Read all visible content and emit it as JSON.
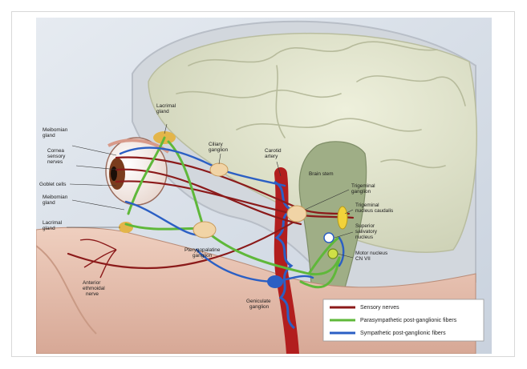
{
  "labels": {
    "lacrimal_gland_top": [
      "Lacrimal",
      "gland"
    ],
    "meibomian_gland_top": [
      "Meibomian",
      "gland"
    ],
    "cornea_sensory_nerves": [
      "Cornea",
      "sensory",
      "nerves"
    ],
    "goblet_cells": [
      "Goblet cells"
    ],
    "meibomian_gland_bottom": [
      "Meibomian",
      "gland"
    ],
    "lacrimal_gland_bottom": [
      "Lacrimal",
      "gland"
    ],
    "ciliary_ganglion": [
      "Ciliary",
      "ganglion"
    ],
    "carotid_artery": [
      "Carotid",
      "artery"
    ],
    "brain_stem": [
      "Brain stem"
    ],
    "trigeminal_ganglion": [
      "Trigeminal",
      "ganglion"
    ],
    "trigeminal_nucleus_caudalis": [
      "Trigeminal",
      "nucleus caudalis"
    ],
    "superior_salivatory_nucleus": [
      "Superior",
      "salivatory",
      "nucleus"
    ],
    "motor_nucleus": [
      "Motor nucleus",
      "CN VII"
    ],
    "pterygopalatine_ganglion": [
      "Pterygopalatine",
      "ganglion"
    ],
    "geniculate_ganglion": [
      "Geniculate",
      "ganglion"
    ],
    "anterior_ethmoidal_nerve": [
      "Anterior",
      "ethmoidal",
      "nerve"
    ]
  },
  "legend": [
    {
      "label": "Sensory nerves",
      "color": "#8b1a1a"
    },
    {
      "label": "Parasympathetic post-ganglionic fibers",
      "color": "#5fb83a"
    },
    {
      "label": "Sympathetic post-ganglionic fibers",
      "color": "#2b5fc4"
    }
  ],
  "colors": {
    "background": "#d9e0ea",
    "brain": "#e3e6cf",
    "skull": "#cfd3d9",
    "face": "#e7c3b2",
    "sensory": "#8b1a1a",
    "parasympathetic": "#5fb83a",
    "sympathetic": "#2b5fc4",
    "ganglion": "#f1d4a6"
  }
}
